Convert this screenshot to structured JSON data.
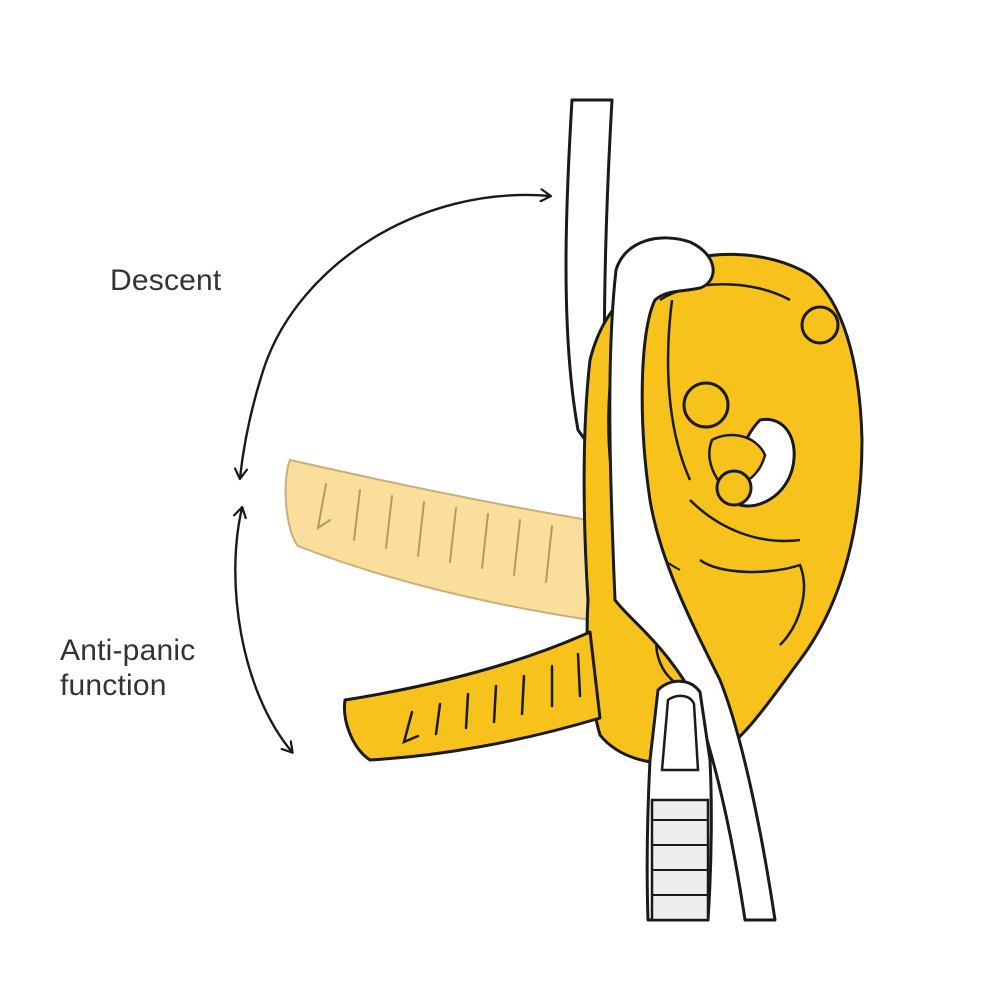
{
  "labels": {
    "descent": "Descent",
    "anti_panic_line1": "Anti-panic",
    "anti_panic_line2": "function"
  },
  "colors": {
    "device_yellow": "#f7c21b",
    "handle_faded": "#f9de9c",
    "outline": "#1a1a1a",
    "rope": "#ffffff",
    "text": "#333333"
  },
  "icons": {
    "descent_arc": "double-arrow-arc",
    "anti_panic_arc": "double-arrow-arc"
  }
}
